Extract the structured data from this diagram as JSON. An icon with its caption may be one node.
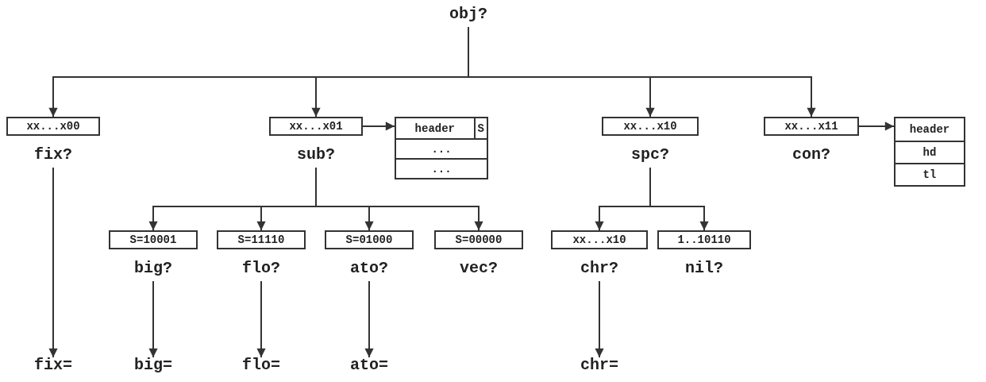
{
  "diagram": {
    "nodes": [
      {
        "text": [
          "obj?"
        ]
      },
      {
        "text": [
          "xx...x00",
          "fix?"
        ]
      },
      {
        "text": [
          "xx...x01",
          "sub?"
        ]
      },
      {
        "text": [
          "header",
          "S",
          "...",
          "..."
        ]
      },
      {
        "text": [
          "xx...x10",
          "spc?"
        ]
      },
      {
        "text": [
          "xx...x11",
          "con?"
        ]
      },
      {
        "text": [
          "header",
          "hd",
          "tl"
        ]
      },
      {
        "text": [
          "S=10001",
          "big?"
        ]
      },
      {
        "text": [
          "S=11110",
          "flo?"
        ]
      },
      {
        "text": [
          "S=01000",
          "ato?"
        ]
      },
      {
        "text": [
          "S=00000",
          "vec?"
        ]
      },
      {
        "text": [
          "xx...x10",
          "chr?"
        ]
      },
      {
        "text": [
          "1..10110",
          "nil?"
        ]
      },
      {
        "text": [
          "fix="
        ]
      },
      {
        "text": [
          "big="
        ]
      },
      {
        "text": [
          "flo="
        ]
      },
      {
        "text": [
          "ato="
        ]
      },
      {
        "text": [
          "chr="
        ]
      }
    ],
    "edges": [
      {
        "from": 0,
        "to": 1,
        "arrow": "to"
      },
      {
        "from": 0,
        "to": 2,
        "arrow": "to"
      },
      {
        "from": 0,
        "to": 4,
        "arrow": "to"
      },
      {
        "from": 0,
        "to": 5,
        "arrow": "to"
      },
      {
        "from": 2,
        "to": 3,
        "arrow": "to"
      },
      {
        "from": 5,
        "to": 6,
        "arrow": "to"
      },
      {
        "from": 2,
        "to": 7,
        "arrow": "to"
      },
      {
        "from": 2,
        "to": 8,
        "arrow": "to"
      },
      {
        "from": 2,
        "to": 9,
        "arrow": "to"
      },
      {
        "from": 2,
        "to": 10,
        "arrow": "to"
      },
      {
        "from": 4,
        "to": 11,
        "arrow": "to"
      },
      {
        "from": 4,
        "to": 12,
        "arrow": "to"
      },
      {
        "from": 1,
        "to": 13,
        "arrow": "to"
      },
      {
        "from": 7,
        "to": 14,
        "arrow": "to"
      },
      {
        "from": 8,
        "to": 15,
        "arrow": "to"
      },
      {
        "from": 9,
        "to": 16,
        "arrow": "to"
      },
      {
        "from": 11,
        "to": 17,
        "arrow": "to"
      }
    ]
  }
}
